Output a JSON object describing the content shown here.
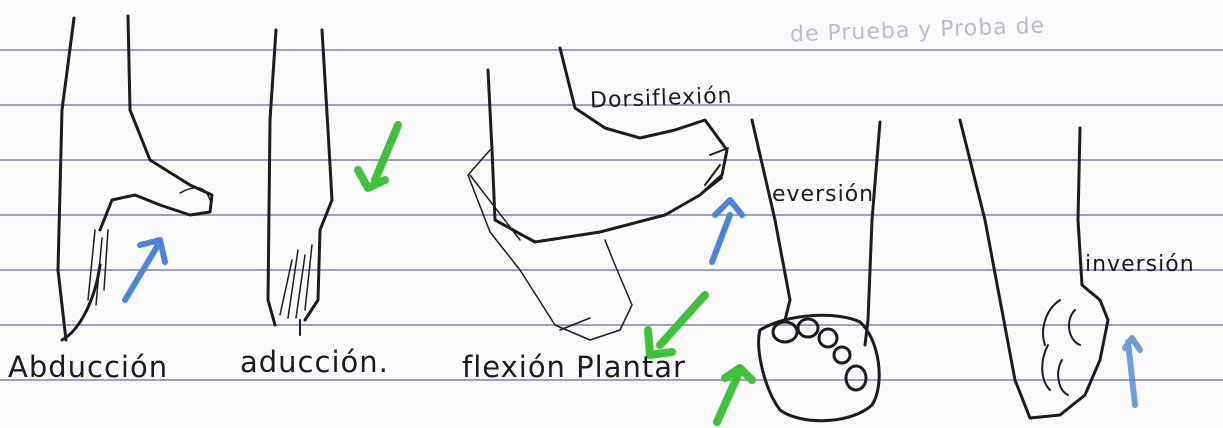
{
  "labels": {
    "abduccion": "Abducción",
    "aduccion": "aducción.",
    "flexion_plantar": "flexión Plantar",
    "dorsiflexion": "Dorsiflexión",
    "eversion": "eversión",
    "inversion": "inversión"
  },
  "background_text": "de Prueba y Proba de",
  "colors": {
    "ink": "#1c1c1c",
    "blue_arrow": "#4b86d6",
    "green_arrow": "#3fc23a",
    "rule_line": "#9aa0c8",
    "paper": "#fbfbfd"
  }
}
